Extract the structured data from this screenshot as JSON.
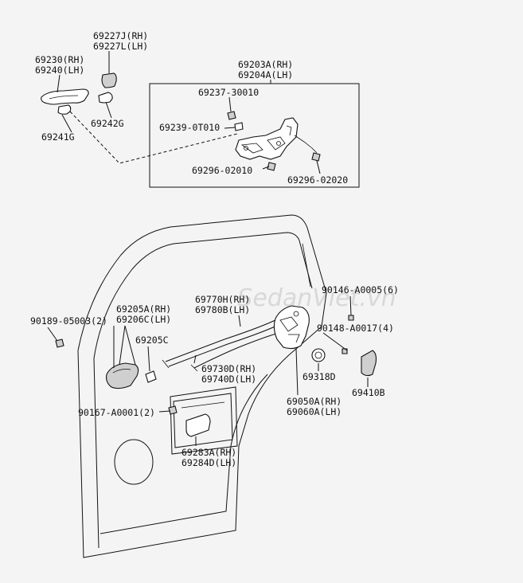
{
  "watermark": "SedanViet.vn",
  "labels": {
    "p69227": [
      "69227J(RH)",
      "69227L(LH)"
    ],
    "p69230": [
      "69230(RH)",
      "69240(LH)"
    ],
    "p69242": "69242G",
    "p69241": "69241G",
    "p69203": [
      "69203A(RH)",
      "69204A(LH)"
    ],
    "p69237": "69237-30010",
    "p69239": "69239-0T010",
    "p69296a": "69296-02010",
    "p69296b": "69296-02020",
    "p90146": "90146-A0005(6)",
    "p69770": [
      "69770H(RH)",
      "69780B(LH)"
    ],
    "p69205a": [
      "69205A(RH)",
      "69206C(LH)"
    ],
    "p90189": "90189-05003(2)",
    "p69205c": "69205C",
    "p90148": "90148-A0017(4)",
    "p69730": [
      "69730D(RH)",
      "69740D(LH)"
    ],
    "p69318": "69318D",
    "p69410": "69410B",
    "p69050": [
      "69050A(RH)",
      "69060A(LH)"
    ],
    "p90167": "90167-A0001(2)",
    "p69283": [
      "69283A(RH)",
      "69284D(LH)"
    ]
  }
}
